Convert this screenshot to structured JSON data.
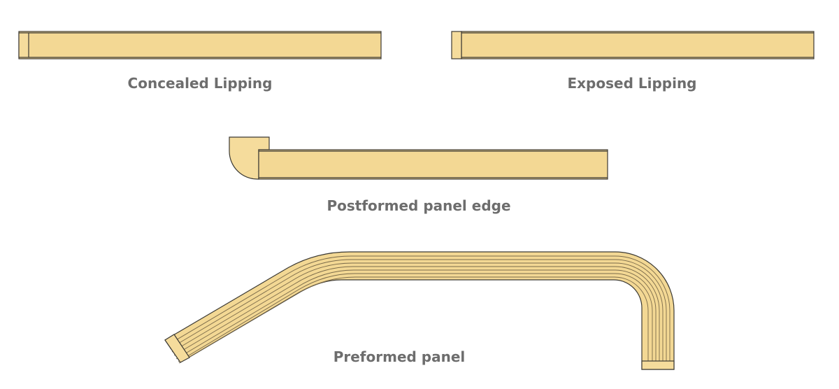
{
  "captions": {
    "concealed": "Concealed Lipping",
    "exposed": "Exposed Lipping",
    "postformed": "Postformed panel edge",
    "preformed": "Preformed panel"
  },
  "colors": {
    "panel_fill": "#f3d894",
    "lipping_fill": "#f5dc9c",
    "outline": "#3c3a34",
    "caption_text": "#6d6d6d"
  }
}
